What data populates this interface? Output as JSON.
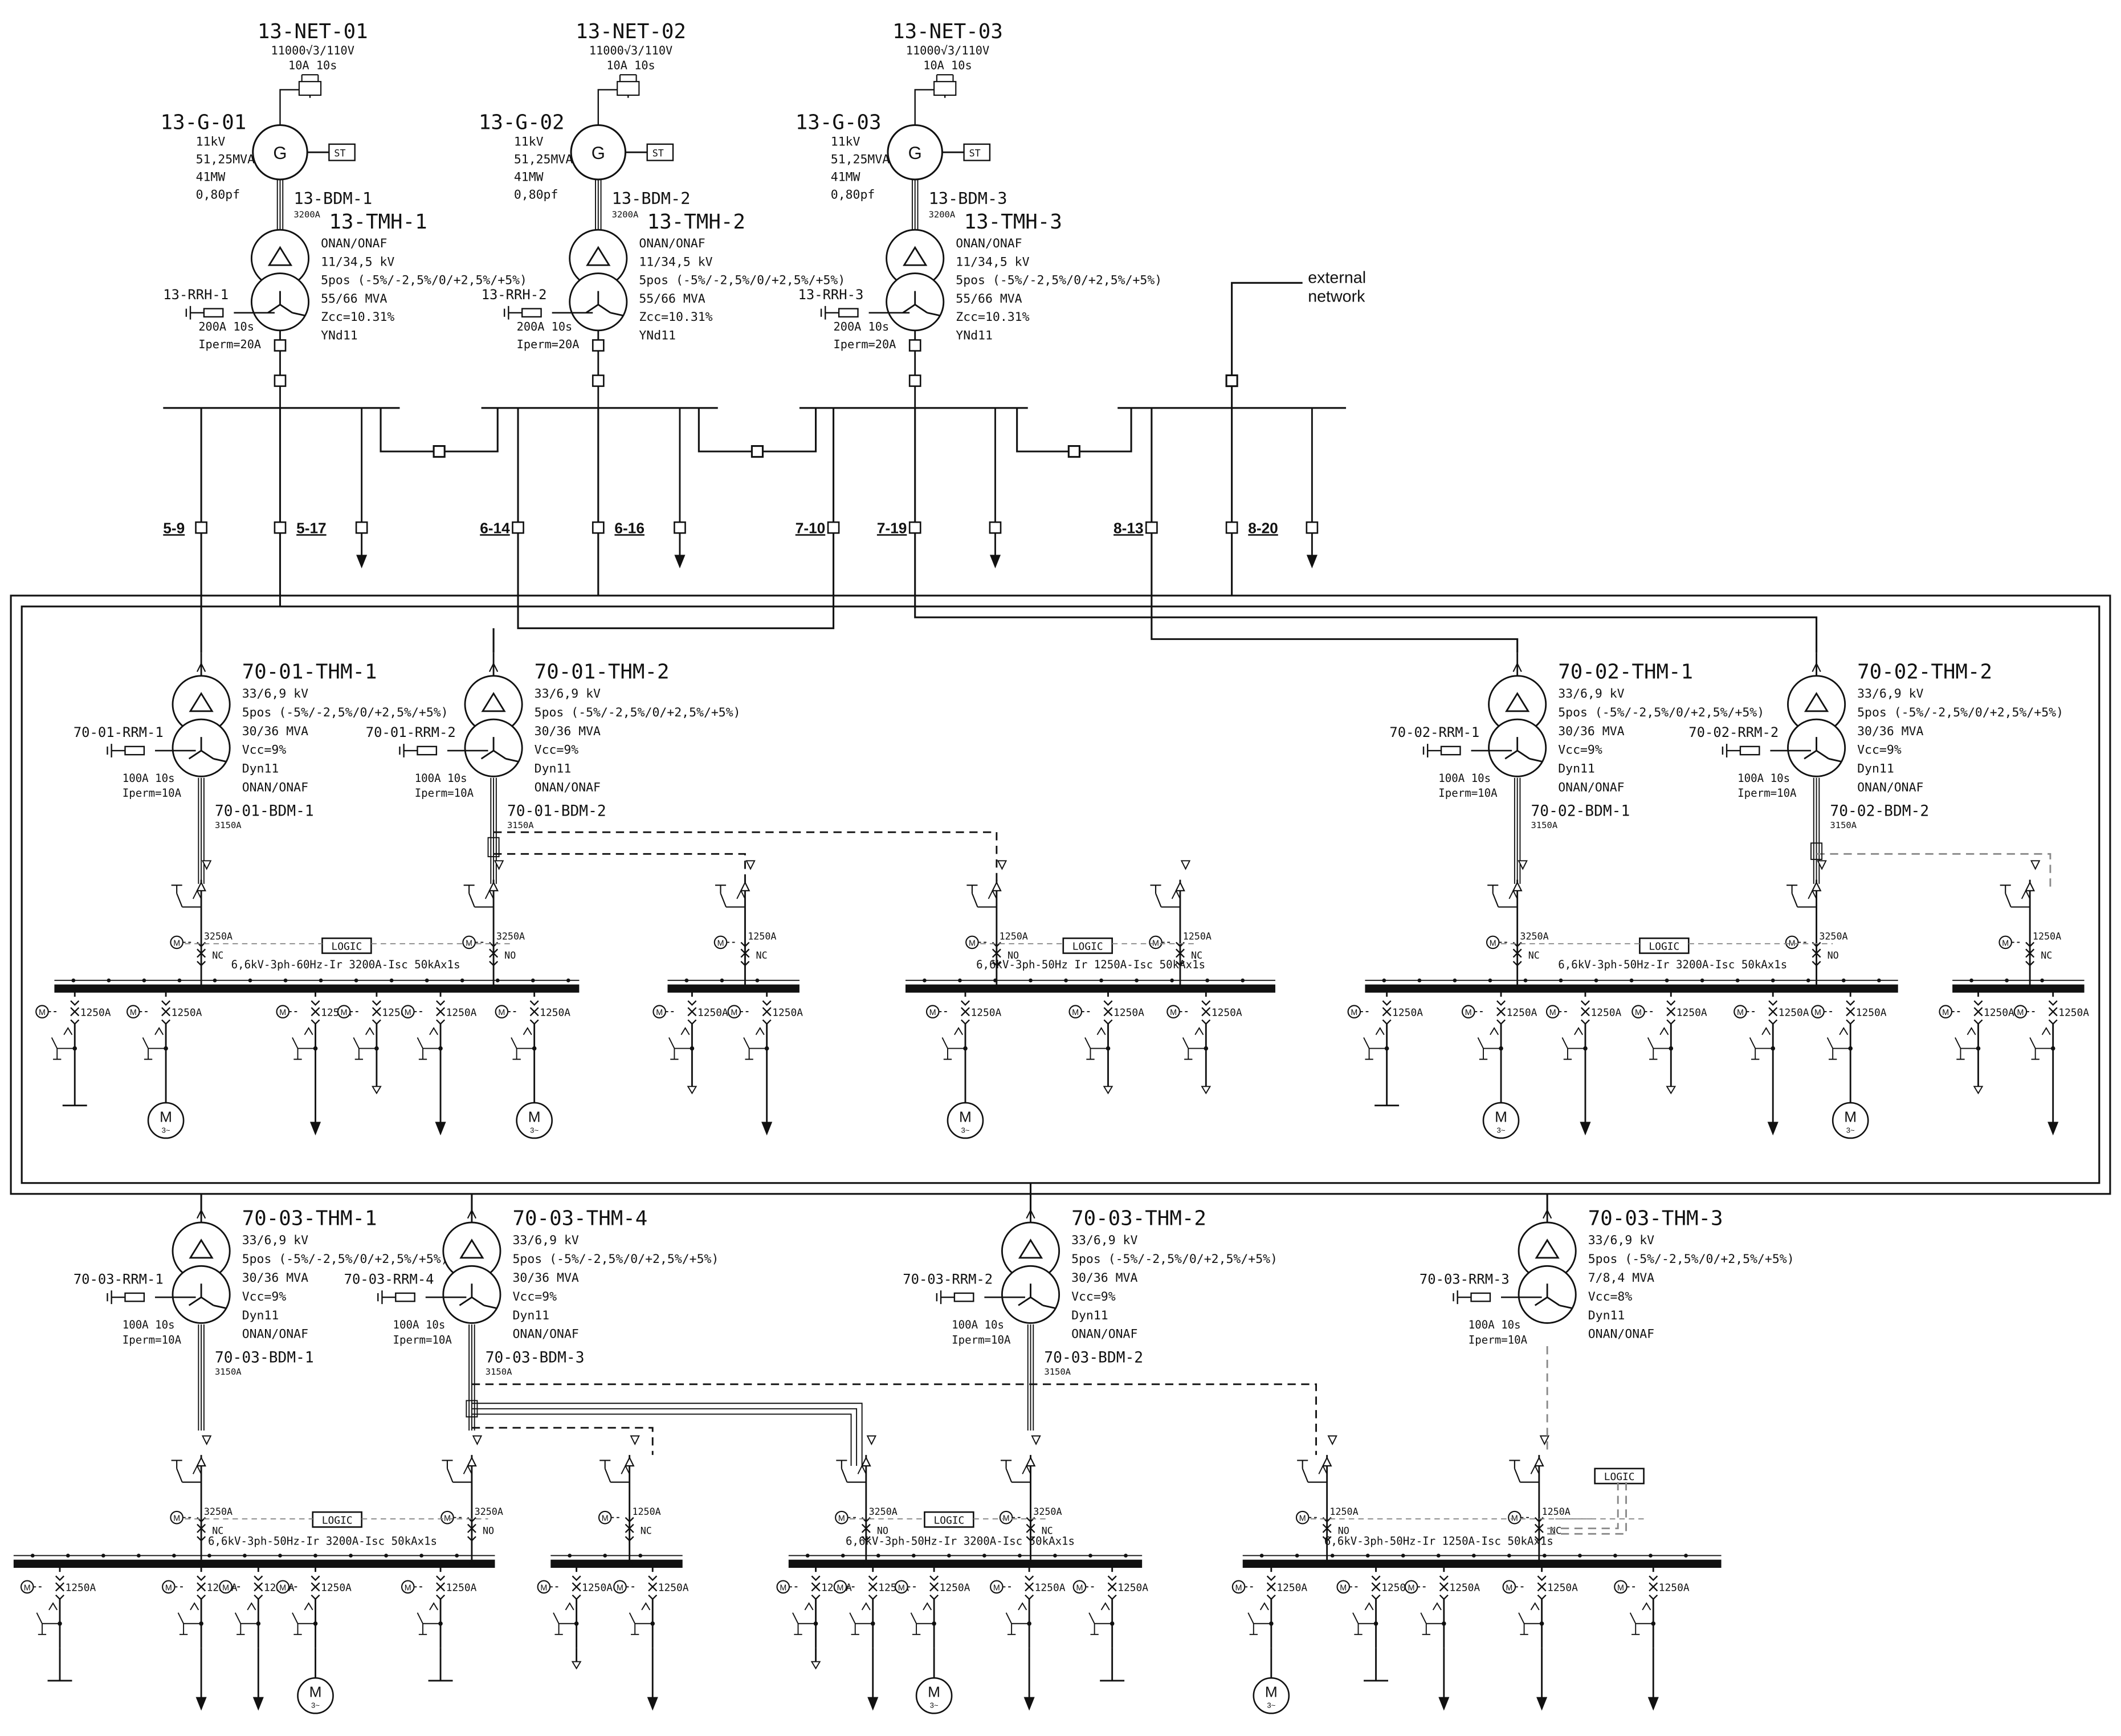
{
  "generators": [
    {
      "net": "13-NET-01",
      "net_rating": "11000√3/110V",
      "net_time": "10A  10s",
      "gen": "13-G-01",
      "specs": [
        "11kV",
        "51,25MVA",
        "41MW",
        "0,80pf"
      ],
      "st": "ST",
      "bdm": "13-BDM-1",
      "bdm_rating": "3200A",
      "tmh": "13-TMH-1",
      "tmh_specs": [
        "ONAN/ONAF",
        "11/34,5 kV",
        "5pos (-5%/-2,5%/0/+2,5%/+5%)",
        "55/66 MVA",
        "Zcc=10.31%",
        "YNd11"
      ],
      "rrh": "13-RRH-1",
      "rrh_specs": [
        "200A  10s",
        "Iperm=20A"
      ]
    },
    {
      "net": "13-NET-02",
      "net_rating": "11000√3/110V",
      "net_time": "10A  10s",
      "gen": "13-G-02",
      "specs": [
        "11kV",
        "51,25MVA",
        "41MW",
        "0,80pf"
      ],
      "st": "ST",
      "bdm": "13-BDM-2",
      "bdm_rating": "3200A",
      "tmh": "13-TMH-2",
      "tmh_specs": [
        "ONAN/ONAF",
        "11/34,5 kV",
        "5pos (-5%/-2,5%/0/+2,5%/+5%)",
        "55/66 MVA",
        "Zcc=10.31%",
        "YNd11"
      ],
      "rrh": "13-RRH-2",
      "rrh_specs": [
        "200A  10s",
        "Iperm=20A"
      ]
    },
    {
      "net": "13-NET-03",
      "net_rating": "11000√3/110V",
      "net_time": "10A  10s",
      "gen": "13-G-03",
      "specs": [
        "11kV",
        "51,25MVA",
        "41MW",
        "0,80pf"
      ],
      "st": "ST",
      "bdm": "13-BDM-3",
      "bdm_rating": "3200A",
      "tmh": "13-TMH-3",
      "tmh_specs": [
        "ONAN/ONAF",
        "11/34,5 kV",
        "5pos (-5%/-2,5%/0/+2,5%/+5%)",
        "55/66 MVA",
        "Zcc=10.31%",
        "YNd11"
      ],
      "rrh": "13-RRH-3",
      "rrh_specs": [
        "200A  10s",
        "Iperm=20A"
      ]
    }
  ],
  "external_network": [
    "external",
    "network"
  ],
  "feeder_labels": [
    "5-9",
    "5-17",
    "6-14",
    "6-16",
    "7-10",
    "7-19",
    "8-13",
    "8-20"
  ],
  "transformers": [
    {
      "name": "70-01-THM-1",
      "specs": [
        "33/6,9 kV",
        "5pos (-5%/-2,5%/0/+2,5%/+5%)",
        "30/36 MVA",
        "Vcc=9%",
        "Dyn11",
        "ONAN/ONAF"
      ],
      "rrm": "70-01-RRM-1",
      "rrm_specs": [
        "100A  10s",
        "Iperm=10A"
      ],
      "bdm": "70-01-BDM-1",
      "bdm_rating": "3150A"
    },
    {
      "name": "70-01-THM-2",
      "specs": [
        "33/6,9 kV",
        "5pos (-5%/-2,5%/0/+2,5%/+5%)",
        "30/36 MVA",
        "Vcc=9%",
        "Dyn11",
        "ONAN/ONAF"
      ],
      "rrm": "70-01-RRM-2",
      "rrm_specs": [
        "100A  10s",
        "Iperm=10A"
      ],
      "bdm": "70-01-BDM-2",
      "bdm_rating": "3150A"
    },
    {
      "name": "70-02-THM-1",
      "specs": [
        "33/6,9 kV",
        "5pos (-5%/-2,5%/0/+2,5%/+5%)",
        "30/36 MVA",
        "Vcc=9%",
        "Dyn11",
        "ONAN/ONAF"
      ],
      "rrm": "70-02-RRM-1",
      "rrm_specs": [
        "100A  10s",
        "Iperm=10A"
      ],
      "bdm": "70-02-BDM-1",
      "bdm_rating": "3150A"
    },
    {
      "name": "70-02-THM-2",
      "specs": [
        "33/6,9 kV",
        "5pos (-5%/-2,5%/0/+2,5%/+5%)",
        "30/36 MVA",
        "Vcc=9%",
        "Dyn11",
        "ONAN/ONAF"
      ],
      "rrm": "70-02-RRM-2",
      "rrm_specs": [
        "100A  10s",
        "Iperm=10A"
      ],
      "bdm": "70-02-BDM-2",
      "bdm_rating": "3150A"
    },
    {
      "name": "70-03-THM-1",
      "specs": [
        "33/6,9 kV",
        "5pos (-5%/-2,5%/0/+2,5%/+5%)",
        "30/36 MVA",
        "Vcc=9%",
        "Dyn11",
        "ONAN/ONAF"
      ],
      "rrm": "70-03-RRM-1",
      "rrm_specs": [
        "100A  10s",
        "Iperm=10A"
      ],
      "bdm": "70-03-BDM-1",
      "bdm_rating": "3150A"
    },
    {
      "name": "70-03-THM-4",
      "specs": [
        "33/6,9 kV",
        "5pos (-5%/-2,5%/0/+2,5%/+5%)",
        "30/36 MVA",
        "Vcc=9%",
        "Dyn11",
        "ONAN/ONAF"
      ],
      "rrm": "70-03-RRM-4",
      "rrm_specs": [
        "100A  10s",
        "Iperm=10A"
      ],
      "bdm": "70-03-BDM-3",
      "bdm_rating": "3150A"
    },
    {
      "name": "70-03-THM-2",
      "specs": [
        "33/6,9 kV",
        "5pos (-5%/-2,5%/0/+2,5%/+5%)",
        "30/36 MVA",
        "Vcc=9%",
        "Dyn11",
        "ONAN/ONAF"
      ],
      "rrm": "70-03-RRM-2",
      "rrm_specs": [
        "100A  10s",
        "Iperm=10A"
      ],
      "bdm": "70-03-BDM-2",
      "bdm_rating": "3150A"
    },
    {
      "name": "70-03-THM-3",
      "specs": [
        "33/6,9 kV",
        "5pos (-5%/-2,5%/0/+2,5%/+5%)",
        "7/8,4 MVA",
        "Vcc=8%",
        "Dyn11",
        "ONAN/ONAF"
      ],
      "rrm": "70-03-RRM-3",
      "rrm_specs": [
        "100A  10s",
        "Iperm=10A"
      ],
      "bdm": "",
      "bdm_rating": ""
    }
  ],
  "busbar_ratings": [
    "6,6kV-3ph-60Hz-Ir 3200A-Isc 50kAx1s",
    "6,6kV-3ph-50Hz Ir 1250A-Isc 50kAx1s",
    "6,6kV-3ph-50Hz-Ir 3200A-Isc 50kAx1s",
    "6,6kV-3ph-50Hz-Ir 3200A-Isc 50kAx1s",
    "6,6kV-3ph-50Hz-Ir 3200A-Isc 50kAx1s",
    "6,6kV-3ph-50Hz-Ir 1250A-Isc 50kAx1s"
  ],
  "breaker_3250": "3250A",
  "breaker_1250": "1250A",
  "nc": "NC",
  "no": "NO",
  "logic": "LOGIC",
  "motor": "M",
  "motor_sub": "3~"
}
